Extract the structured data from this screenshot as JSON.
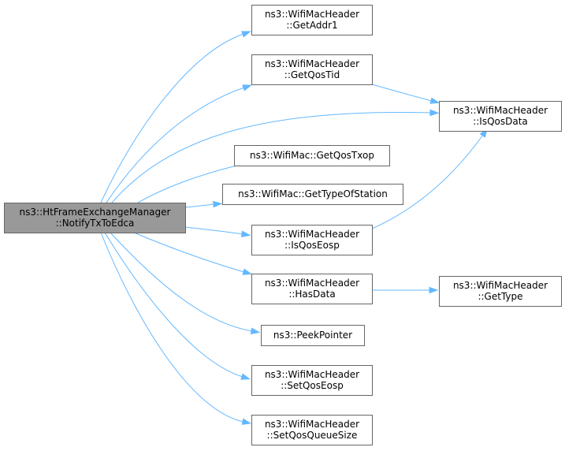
{
  "colors": {
    "root_fill": "#999999",
    "node_fill": "#ffffff",
    "node_border": "#666666",
    "edge": "#63b8ff"
  },
  "nodes": [
    {
      "id": "root",
      "lines": [
        "ns3::HtFrameExchangeManager",
        "::NotifyTxToEdca"
      ]
    },
    {
      "id": "getaddr1",
      "lines": [
        "ns3::WifiMacHeader",
        "::GetAddr1"
      ]
    },
    {
      "id": "getqostid",
      "lines": [
        "ns3::WifiMacHeader",
        "::GetQosTid"
      ]
    },
    {
      "id": "isqosdata",
      "lines": [
        "ns3::WifiMacHeader",
        "::IsQosData"
      ]
    },
    {
      "id": "getqostxop",
      "lines": [
        "ns3::WifiMac::GetQosTxop"
      ]
    },
    {
      "id": "gettypeofstation",
      "lines": [
        "ns3::WifiMac::GetTypeOfStation"
      ]
    },
    {
      "id": "isqoseosp",
      "lines": [
        "ns3::WifiMacHeader",
        "::IsQosEosp"
      ]
    },
    {
      "id": "hasdata",
      "lines": [
        "ns3::WifiMacHeader",
        "::HasData"
      ]
    },
    {
      "id": "gettype",
      "lines": [
        "ns3::WifiMacHeader",
        "::GetType"
      ]
    },
    {
      "id": "peekpointer",
      "lines": [
        "ns3::PeekPointer"
      ]
    },
    {
      "id": "setqoseosp",
      "lines": [
        "ns3::WifiMacHeader",
        "::SetQosEosp"
      ]
    },
    {
      "id": "setqosqueuesize",
      "lines": [
        "ns3::WifiMacHeader",
        "::SetQosQueueSize"
      ]
    }
  ],
  "edges": [
    {
      "from": "root",
      "to": "getaddr1"
    },
    {
      "from": "root",
      "to": "getqostid"
    },
    {
      "from": "root",
      "to": "isqosdata"
    },
    {
      "from": "root",
      "to": "getqostxop"
    },
    {
      "from": "root",
      "to": "gettypeofstation"
    },
    {
      "from": "root",
      "to": "isqoseosp"
    },
    {
      "from": "root",
      "to": "hasdata"
    },
    {
      "from": "root",
      "to": "peekpointer"
    },
    {
      "from": "root",
      "to": "setqoseosp"
    },
    {
      "from": "root",
      "to": "setqosqueuesize"
    },
    {
      "from": "getqostid",
      "to": "isqosdata"
    },
    {
      "from": "isqoseosp",
      "to": "isqosdata"
    },
    {
      "from": "hasdata",
      "to": "gettype"
    }
  ]
}
